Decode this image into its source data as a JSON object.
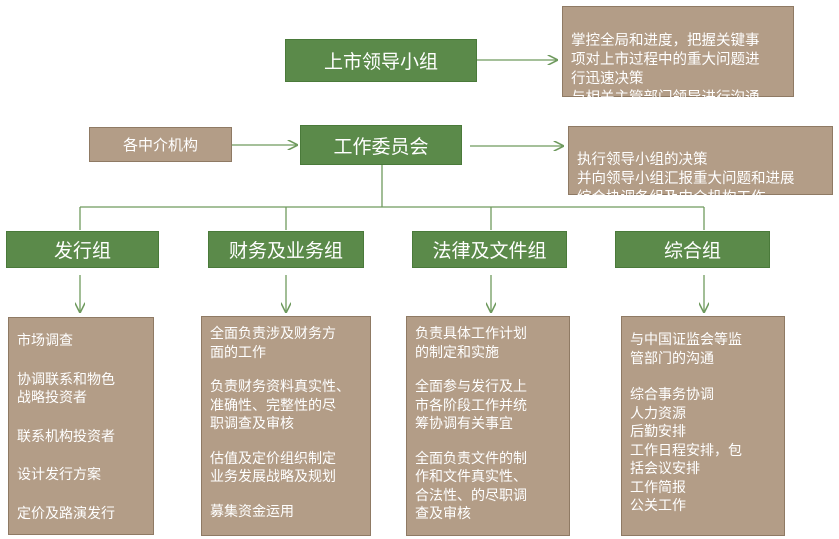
{
  "colors": {
    "green": "#5b8a4a",
    "tan": "#b39d87",
    "line": "#6f9a5e"
  },
  "leadership_group": {
    "title": "上市领导小组",
    "note": "掌控全局和进度，把握关键事\n项对上市过程中的重大问题进\n行迅速决策\n与相关主管部门领导进行沟通"
  },
  "intermediaries": {
    "title": "各中介机构"
  },
  "working_committee": {
    "title": "工作委员会",
    "note": "执行领导小组的决策\n并向领导小组汇报重大问题和进展\n综合协调各组及中介机构工作"
  },
  "groups": [
    {
      "title": "发行组",
      "tasks": [
        "市场调查",
        "协调联系和物色\n战略投资者",
        "联系机构投资者",
        "设计发行方案",
        "定价及路演发行"
      ]
    },
    {
      "title": "财务及业务组",
      "tasks": [
        "全面负责涉及财务方\n面的工作",
        "负责财务资料真实性、\n准确性、完整性的尽\n职调查及审核",
        "估值及定价组织制定\n业务发展战略及规划",
        "募集资金运用"
      ]
    },
    {
      "title": "法律及文件组",
      "tasks": [
        "负责具体工作计划\n的制定和实施",
        "全面参与发行及上\n市各阶段工作并统\n筹协调有关事宜",
        "全面负责文件的制\n作和文件真实性、\n合法性、的尽职调\n查及审核"
      ]
    },
    {
      "title": "综合组",
      "tasks": [
        "与中国证监会等监\n管部门的沟通",
        "综合事务协调\n人力资源\n后勤安排\n工作日程安排，包\n括会议安排\n工作简报\n公关工作"
      ]
    }
  ]
}
